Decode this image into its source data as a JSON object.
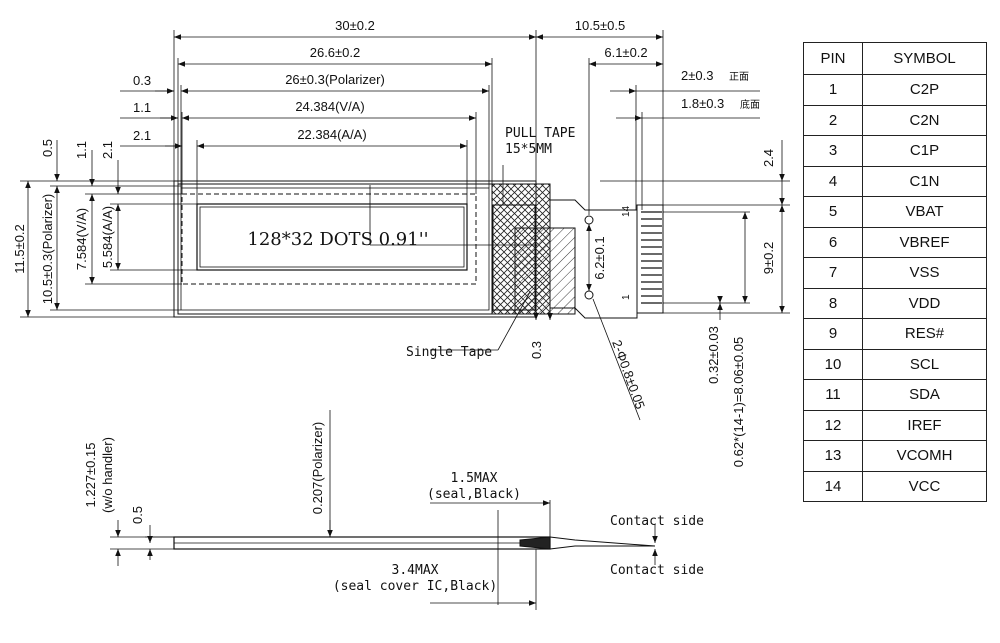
{
  "top_view": {
    "width_total": "30±0.2",
    "width_glass": "26.6±0.2",
    "width_polarizer": "26±0.3(Polarizer)",
    "width_va": "24.384(V/A)",
    "width_aa": "22.384(A/A)",
    "offset_polarizer": "0.3",
    "offset_va": "1.1",
    "offset_aa": "2.1",
    "height_total": "11.5±0.2",
    "height_polarizer": "10.5±0.3(Polarizer)",
    "height_va": "7.584(V/A)",
    "height_aa": "5.584(A/A)",
    "vert_offset_polarizer": "0.5",
    "vert_offset_va": "1.1",
    "vert_offset_aa": "2.1",
    "display_label": "128*32 DOTS 0.91''",
    "pull_tape_line1": "PULL TAPE",
    "pull_tape_line2": "15*5MM",
    "single_tape": "Single Tape",
    "tape_gap": "0.3"
  },
  "fpc": {
    "length": "10.5±0.5",
    "length_inner": "6.1±0.2",
    "thickness_front": "2±0.3",
    "thickness_front_cn": "正面",
    "thickness_back": "1.8±0.3",
    "thickness_back_cn": "底面",
    "hole_pitch": "6.2±0.1",
    "holes": "2-Φ0.8±0.05",
    "top_gap": "2.4",
    "width": "9±0.2",
    "pin_width": "0.32±0.03",
    "pin_pitch": "0.62*(14-1)=8.06±0.05",
    "pin_first": "1",
    "pin_last": "14"
  },
  "side_view": {
    "thickness": "1.227±0.15",
    "thickness_note": "(w/o handler)",
    "glass": "0.5",
    "polarizer": "0.207(Polarizer)",
    "seal_max": "1.5MAX",
    "seal_note": "(seal,Black)",
    "ic_max": "3.4MAX",
    "ic_note": "(seal cover IC,Black)",
    "contact_top": "Contact side",
    "contact_bottom": "Contact side"
  },
  "pin_table": {
    "headers": [
      "PIN",
      "SYMBOL"
    ],
    "rows": [
      {
        "pin": "1",
        "symbol": "C2P"
      },
      {
        "pin": "2",
        "symbol": "C2N"
      },
      {
        "pin": "3",
        "symbol": "C1P"
      },
      {
        "pin": "4",
        "symbol": "C1N"
      },
      {
        "pin": "5",
        "symbol": "VBAT"
      },
      {
        "pin": "6",
        "symbol": "VBREF"
      },
      {
        "pin": "7",
        "symbol": "VSS"
      },
      {
        "pin": "8",
        "symbol": "VDD"
      },
      {
        "pin": "9",
        "symbol": "RES#"
      },
      {
        "pin": "10",
        "symbol": "SCL"
      },
      {
        "pin": "11",
        "symbol": "SDA"
      },
      {
        "pin": "12",
        "symbol": "IREF"
      },
      {
        "pin": "13",
        "symbol": "VCOMH"
      },
      {
        "pin": "14",
        "symbol": "VCC"
      }
    ]
  }
}
